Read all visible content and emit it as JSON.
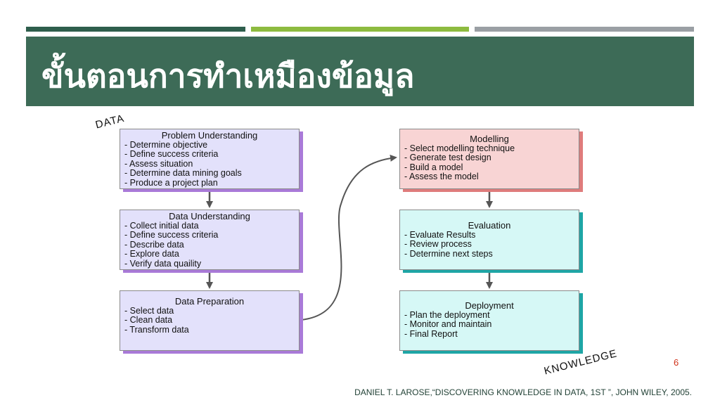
{
  "slide": {
    "title": "ขั้นตอนการทำเหมืองข้อมูล",
    "page_number": "6",
    "citation": "DANIEL T. LAROSE,“DISCOVERING KNOWLEDGE IN DATA, 1ST ”, JOHN WILEY, 2005.",
    "colors": {
      "title_bar": "#3d6b57",
      "stripes": [
        "#2e5e4c",
        "#8dbb3f",
        "#9a9fa4"
      ]
    }
  },
  "diagram": {
    "start_label": "DATA",
    "end_label": "KNOWLEDGE",
    "boxes": [
      {
        "title": "Problem Understanding",
        "items": [
          "- Determine objective",
          "- Define success criteria",
          "- Assess situation",
          "- Determine data mining goals",
          "- Produce a project plan"
        ]
      },
      {
        "title": "Data Understanding",
        "items": [
          "- Collect initial data",
          "- Define success criteria",
          "- Describe data",
          "- Explore data",
          "- Verify data quaility"
        ]
      },
      {
        "title": "Data Preparation",
        "items": [
          "- Select data",
          "- Clean data",
          "- Transform data"
        ]
      },
      {
        "title": "Modelling",
        "items": [
          "- Select modelling technique",
          "- Generate test design",
          "- Build a model",
          "- Assess the model"
        ]
      },
      {
        "title": "Evaluation",
        "items": [
          "- Evaluate Results",
          "- Review process",
          "- Determine next steps"
        ]
      },
      {
        "title": "Deployment",
        "items": [
          "- Plan the deployment",
          "- Monitor and maintain",
          "- Final Report"
        ]
      }
    ]
  }
}
